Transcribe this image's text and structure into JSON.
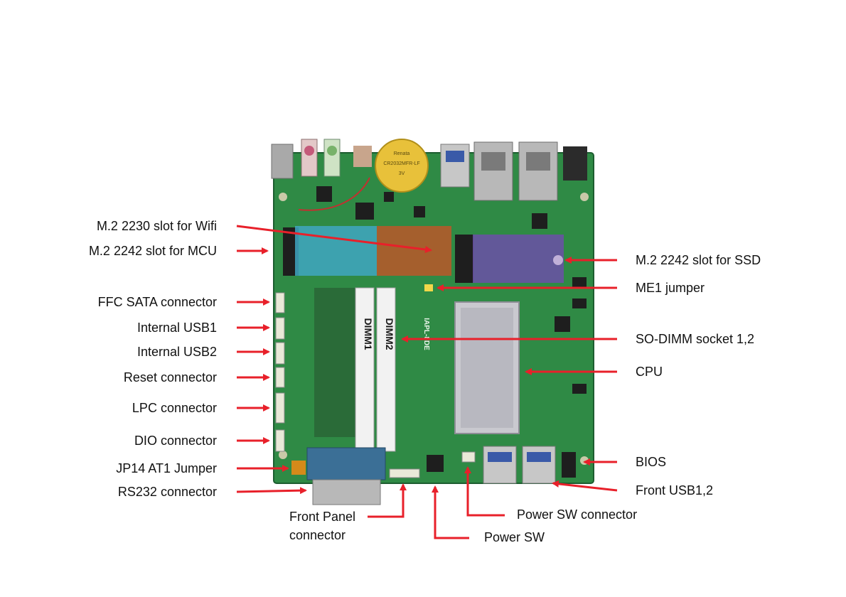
{
  "colors": {
    "arrow": "#e8202a",
    "pcb": "#2f8a45",
    "pcb_dark": "#23703a",
    "label_text": "#111111"
  },
  "board": {
    "dimm1_label": "DIMM1",
    "dimm2_label": "DIMM2",
    "battery_text_1": "Renata",
    "battery_text_2": "CR2032MFR-LF",
    "battery_text_3": "3V",
    "board_model": "IAPL-8DE"
  },
  "labels": {
    "m2_wifi": "M.2 2230 slot for Wifi",
    "m2_mcu": "M.2 2242 slot for MCU",
    "ffc_sata": "FFC SATA connector",
    "internal_usb1": "Internal USB1",
    "internal_usb2": "Internal USB2",
    "reset": "Reset connector",
    "lpc": "LPC connector",
    "dio": "DIO connector",
    "jp14": "JP14 AT1 Jumper",
    "rs232": "RS232 connector",
    "front_panel": "Front Panel connector",
    "power_sw": "Power SW",
    "power_sw_connector": "Power SW connector",
    "front_usb": "Front USB1,2",
    "bios": "BIOS",
    "cpu": "CPU",
    "sodimm": "SO-DIMM socket 1,2",
    "me1": "ME1 jumper",
    "m2_ssd": "M.2 2242 slot for SSD"
  }
}
